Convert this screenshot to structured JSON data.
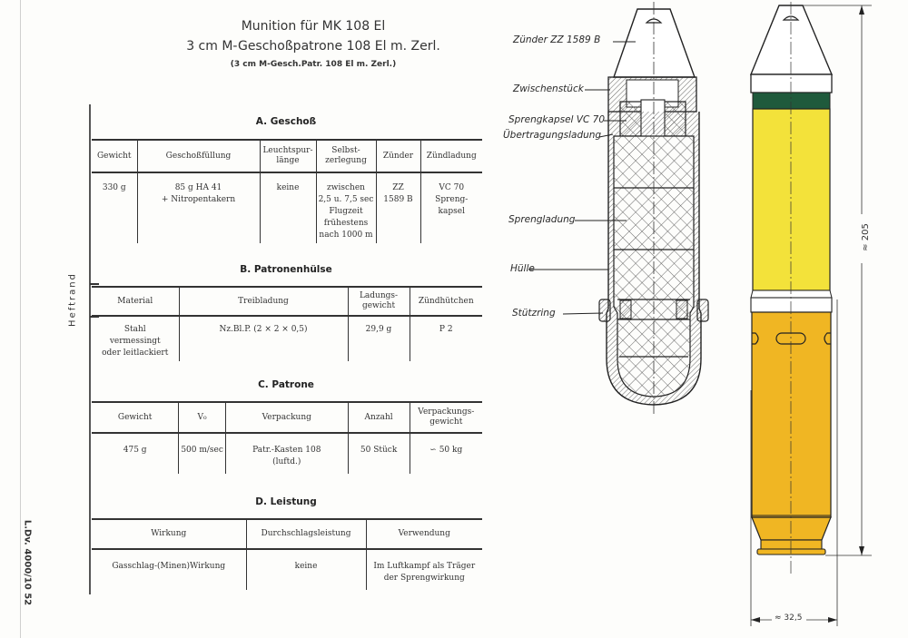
{
  "page": {
    "binding_label": "Heftrand",
    "document_reference": "L.Dv. 4000/10  52"
  },
  "header": {
    "title_line_1": "Munition für MK 108 El",
    "title_line_2": "3 cm M-Geschoßpatrone 108 El m. Zerl.",
    "title_abbrev": "(3 cm M-Gesch.Patr. 108 El m. Zerl.)"
  },
  "sections": {
    "geschoss": {
      "title": "A. Geschoß",
      "columns": [
        "Gewicht",
        "Geschoßfüllung",
        "Leuchtspur-\nlänge",
        "Selbst-\nzerlegung",
        "Zünder",
        "Zündladung"
      ],
      "row": [
        "330 g",
        "85 g HA 41\n+ Nitropentakern",
        "keine",
        "zwischen\n2,5 u. 7,5 sec\nFlugzeit\nfrühestens\nnach 1000 m",
        "ZZ\n1589 B",
        "VC 70\nSpreng-\nkapsel"
      ]
    },
    "huelse": {
      "title": "B. Patronenhülse",
      "columns": [
        "Material",
        "Treibladung",
        "Ladungs-\ngewicht",
        "Zündhütchen"
      ],
      "row": [
        "Stahl\nvermessingt\noder leitlackiert",
        "Nz.Bl.P. (2 × 2 × 0,5)",
        "29,9 g",
        "P 2"
      ]
    },
    "patrone": {
      "title": "C. Patrone",
      "columns": [
        "Gewicht",
        "V₀",
        "Verpackung",
        "Anzahl",
        "Verpackungs-\ngewicht"
      ],
      "row": [
        "475 g",
        "500 m/sec",
        "Patr.-Kasten 108\n(luftd.)",
        "50 Stück",
        "∽ 50 kg"
      ]
    },
    "leistung": {
      "title": "D. Leistung",
      "columns": [
        "Wirkung",
        "Durchschlagsleistung",
        "Verwendung"
      ],
      "row": [
        "Gasschlag-(Minen)Wirkung",
        "keine",
        "Im Luftkampf als Träger\nder Sprengwirkung"
      ]
    }
  },
  "drawing": {
    "labels": {
      "zuender": "Zünder  ZZ 1589 B",
      "zwischenstueck": "Zwischenstück",
      "sprengkapsel": "Sprengkapsel VC 70",
      "uebertragungsladung": "Übertragungsladung",
      "sprengladung": "Sprengladung",
      "huelle": "Hülle",
      "stuetzring": "Stützring"
    },
    "dimensions": {
      "length": "≈ 205",
      "diameter": "≈ 32,5"
    },
    "colors": {
      "fuze": "#ffffff",
      "band": "#1f5a3c",
      "projectile_body": "#f3e23a",
      "case": "#f0b623",
      "line": "#222222"
    }
  }
}
